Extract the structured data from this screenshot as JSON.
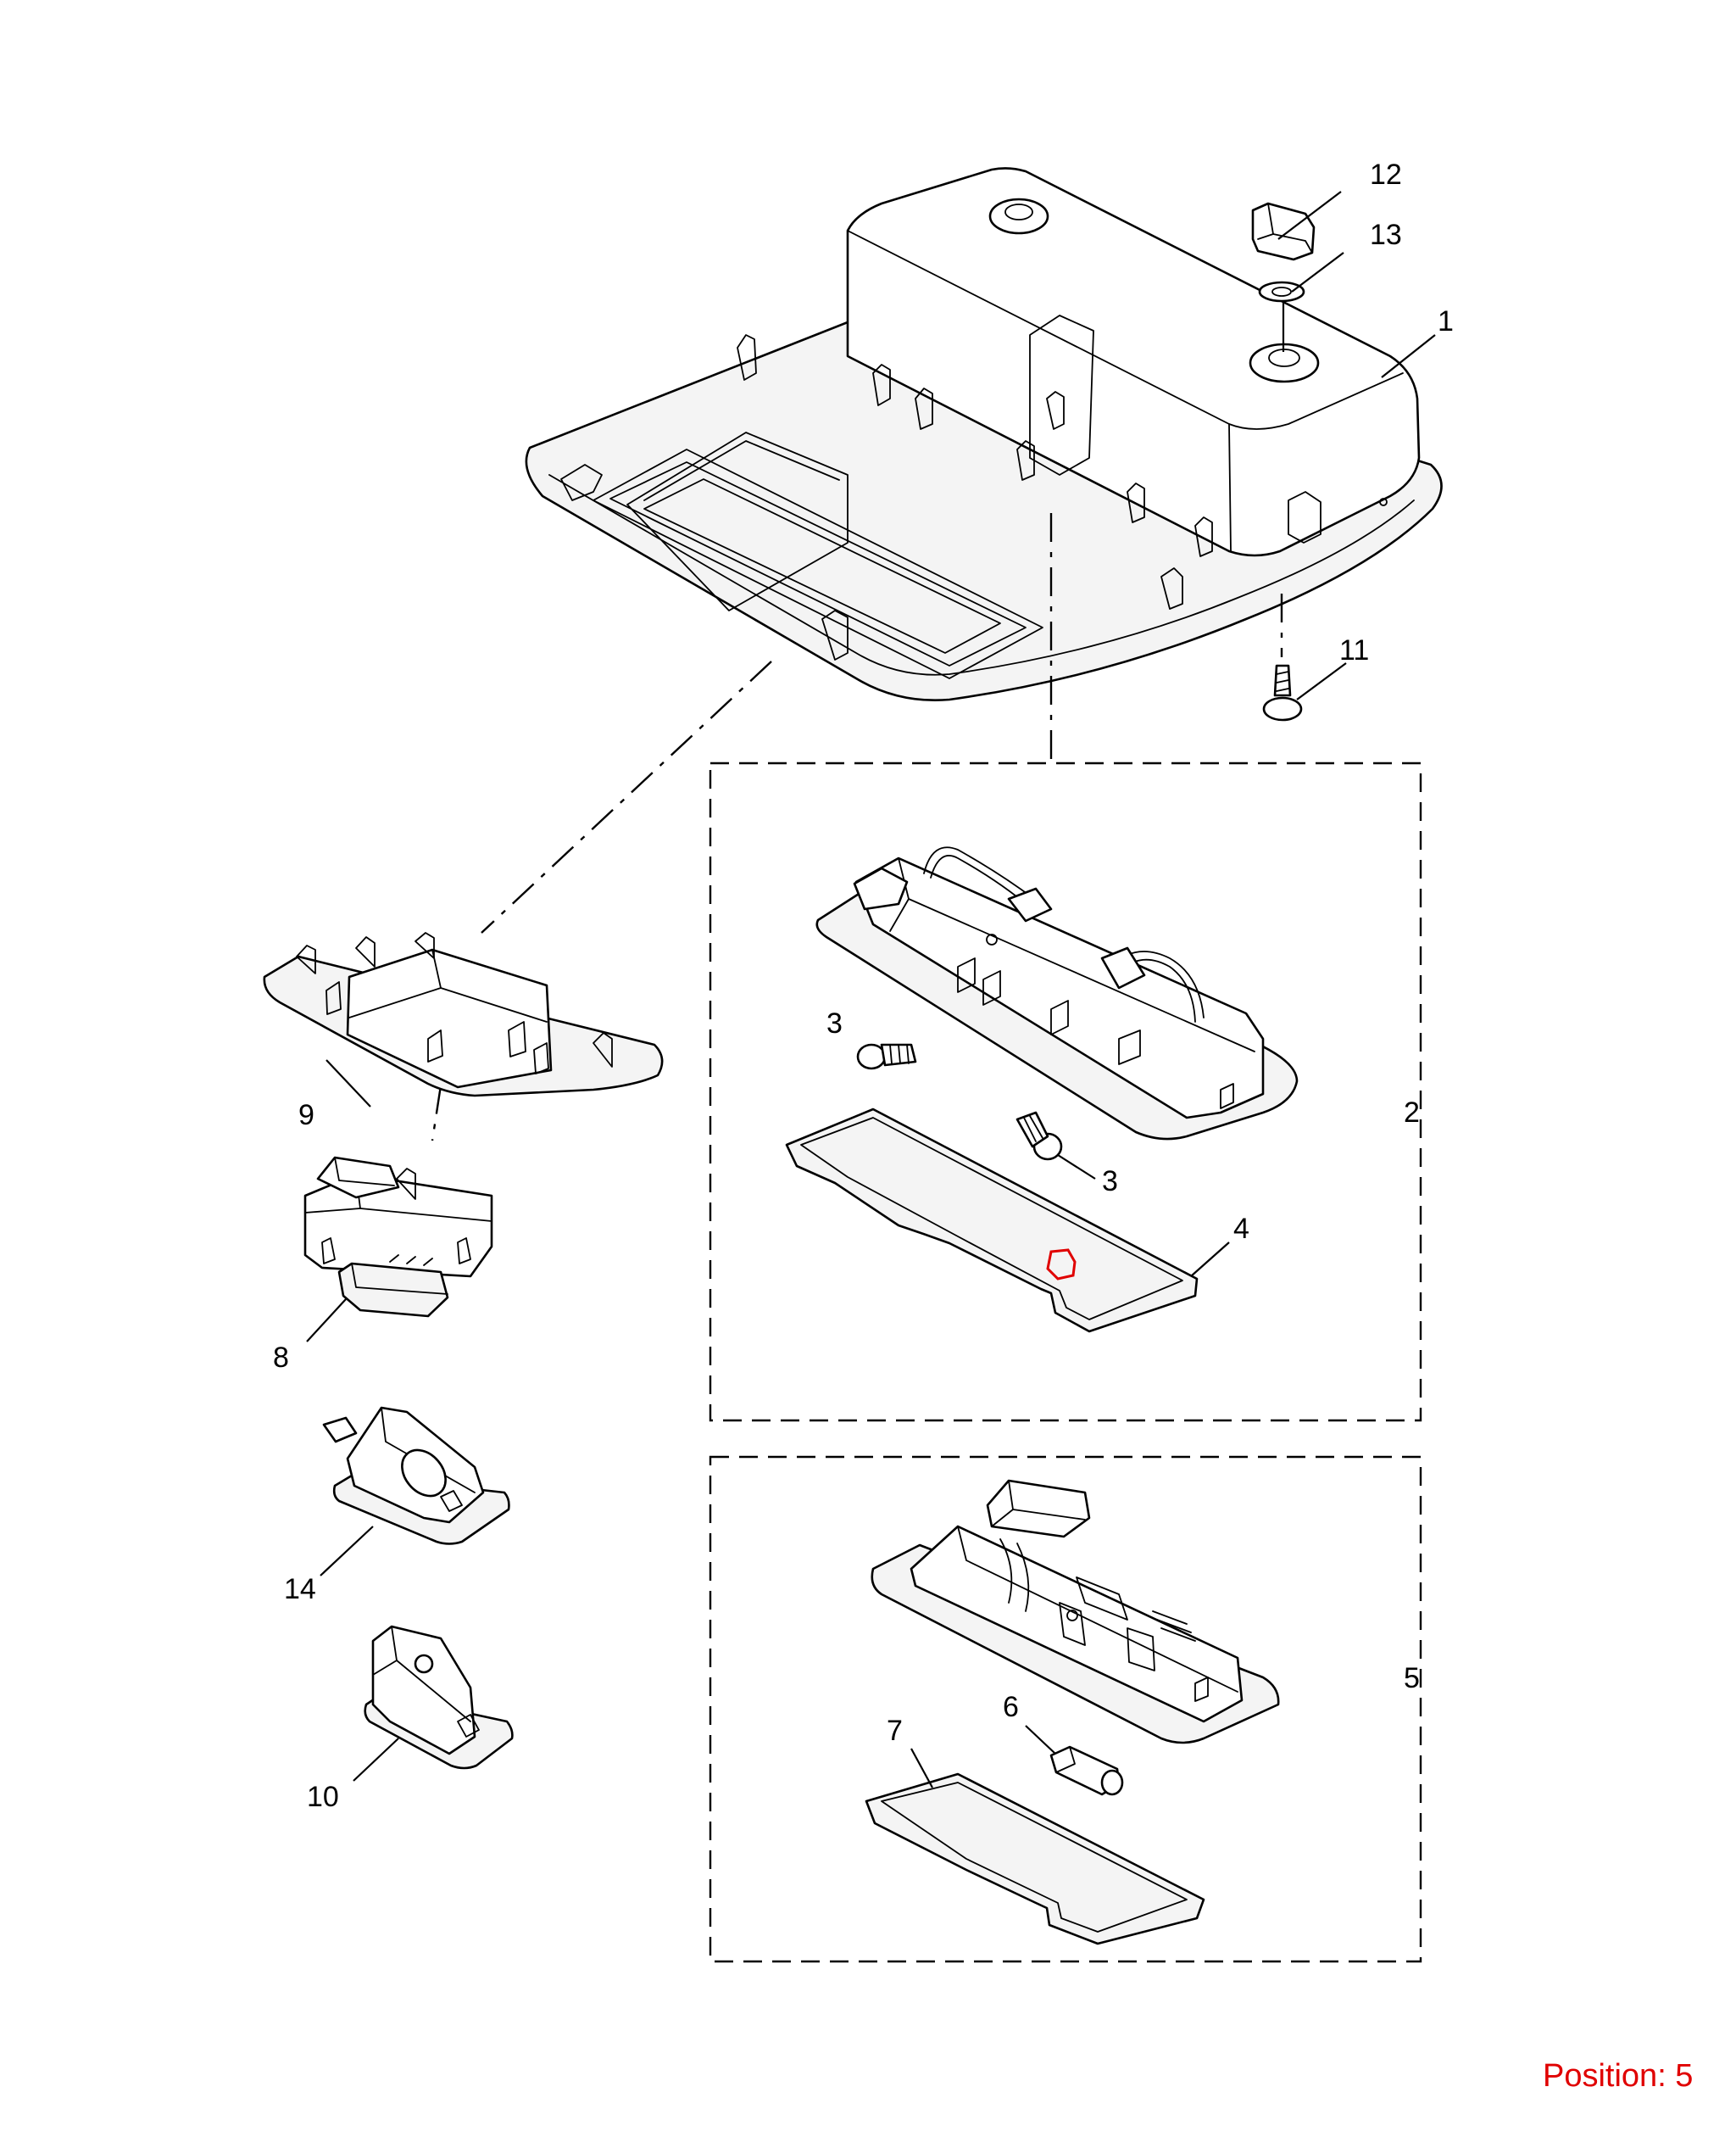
{
  "callouts": {
    "p1": "1",
    "p2": "2",
    "p3a": "3",
    "p3b": "3",
    "p4": "4",
    "p5": "5",
    "p6": "6",
    "p7": "7",
    "p8": "8",
    "p9": "9",
    "p10": "10",
    "p11": "11",
    "p12": "12",
    "p13": "13",
    "p14": "14"
  },
  "position_readout": "Position: 5",
  "colors": {
    "line": "#000000",
    "highlight": "#e00000",
    "position_text": "#e00000"
  }
}
